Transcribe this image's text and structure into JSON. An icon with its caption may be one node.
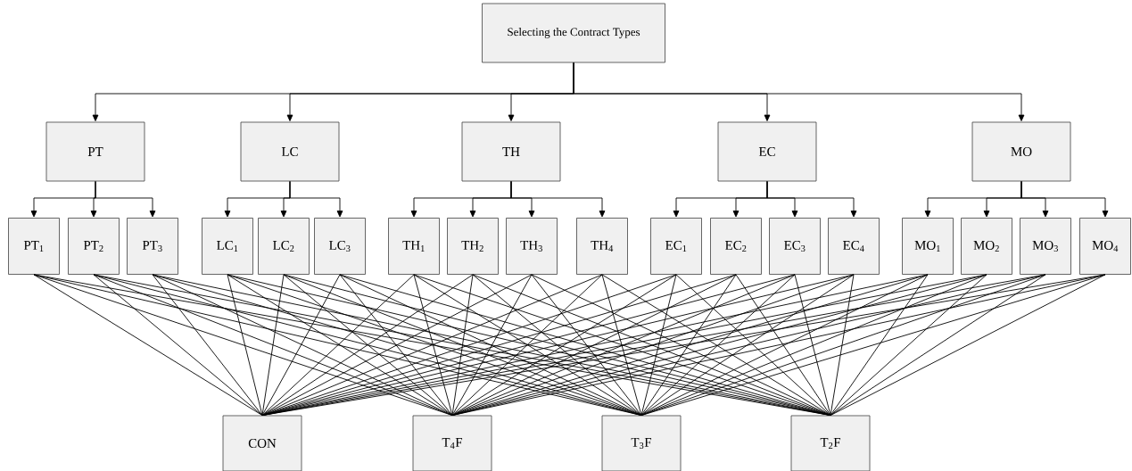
{
  "diagram": {
    "nodes": [
      {
        "text": [
          "Selecting the Contract Types"
        ]
      },
      {
        "text": [
          "PT"
        ]
      },
      {
        "text": [
          "LC"
        ]
      },
      {
        "text": [
          "TH"
        ]
      },
      {
        "text": [
          "EC"
        ]
      },
      {
        "text": [
          "MO"
        ]
      },
      {
        "text": [
          "PT$_{1}$"
        ]
      },
      {
        "text": [
          "PT$_{2}$"
        ]
      },
      {
        "text": [
          "PT$_{3}$"
        ]
      },
      {
        "text": [
          "LC$_{1}$"
        ]
      },
      {
        "text": [
          "LC$_{2}$"
        ]
      },
      {
        "text": [
          "LC$_{3}$"
        ]
      },
      {
        "text": [
          "TH$_{1}$"
        ]
      },
      {
        "text": [
          "TH$_{2}$"
        ]
      },
      {
        "text": [
          "TH$_{3}$"
        ]
      },
      {
        "text": [
          "TH$_{4}$"
        ]
      },
      {
        "text": [
          "EC$_{1}$"
        ]
      },
      {
        "text": [
          "EC$_{2}$"
        ]
      },
      {
        "text": [
          "EC$_{3}$"
        ]
      },
      {
        "text": [
          "EC$_{4}$"
        ]
      },
      {
        "text": [
          "MO$_{1}$"
        ]
      },
      {
        "text": [
          "MO$_{2}$"
        ]
      },
      {
        "text": [
          "MO$_{3}$"
        ]
      },
      {
        "text": [
          "MO$_{4}$"
        ]
      },
      {
        "text": [
          "CON"
        ]
      },
      {
        "text": [
          "T$_{4}$F"
        ]
      },
      {
        "text": [
          "T$_{3}$F"
        ]
      },
      {
        "text": [
          "T$_{2}$F"
        ]
      }
    ],
    "edges": [
      {
        "from": 0,
        "to": 1,
        "arrow": "to"
      },
      {
        "from": 0,
        "to": 2,
        "arrow": "to"
      },
      {
        "from": 0,
        "to": 3,
        "arrow": "to"
      },
      {
        "from": 0,
        "to": 4,
        "arrow": "to"
      },
      {
        "from": 0,
        "to": 5,
        "arrow": "to"
      },
      {
        "from": 1,
        "to": 6,
        "arrow": "to"
      },
      {
        "from": 1,
        "to": 7,
        "arrow": "to"
      },
      {
        "from": 1,
        "to": 8,
        "arrow": "to"
      },
      {
        "from": 2,
        "to": 9,
        "arrow": "to"
      },
      {
        "from": 2,
        "to": 10,
        "arrow": "to"
      },
      {
        "from": 2,
        "to": 11,
        "arrow": "to"
      },
      {
        "from": 3,
        "to": 12,
        "arrow": "to"
      },
      {
        "from": 3,
        "to": 13,
        "arrow": "to"
      },
      {
        "from": 3,
        "to": 14,
        "arrow": "to"
      },
      {
        "from": 3,
        "to": 15,
        "arrow": "to"
      },
      {
        "from": 4,
        "to": 16,
        "arrow": "to"
      },
      {
        "from": 4,
        "to": 17,
        "arrow": "to"
      },
      {
        "from": 4,
        "to": 18,
        "arrow": "to"
      },
      {
        "from": 4,
        "to": 19,
        "arrow": "to"
      },
      {
        "from": 5,
        "to": 20,
        "arrow": "to"
      },
      {
        "from": 5,
        "to": 21,
        "arrow": "to"
      },
      {
        "from": 5,
        "to": 22,
        "arrow": "to"
      },
      {
        "from": 5,
        "to": 23,
        "arrow": "to"
      },
      {
        "from": 6,
        "to": 24,
        "arrow": "none"
      },
      {
        "from": 6,
        "to": 25,
        "arrow": "none"
      },
      {
        "from": 6,
        "to": 26,
        "arrow": "none"
      },
      {
        "from": 6,
        "to": 27,
        "arrow": "none"
      },
      {
        "from": 7,
        "to": 24,
        "arrow": "none"
      },
      {
        "from": 7,
        "to": 25,
        "arrow": "none"
      },
      {
        "from": 7,
        "to": 26,
        "arrow": "none"
      },
      {
        "from": 7,
        "to": 27,
        "arrow": "none"
      },
      {
        "from": 8,
        "to": 24,
        "arrow": "none"
      },
      {
        "from": 8,
        "to": 25,
        "arrow": "none"
      },
      {
        "from": 8,
        "to": 26,
        "arrow": "none"
      },
      {
        "from": 8,
        "to": 27,
        "arrow": "none"
      },
      {
        "from": 9,
        "to": 24,
        "arrow": "none"
      },
      {
        "from": 9,
        "to": 25,
        "arrow": "none"
      },
      {
        "from": 9,
        "to": 26,
        "arrow": "none"
      },
      {
        "from": 9,
        "to": 27,
        "arrow": "none"
      },
      {
        "from": 10,
        "to": 24,
        "arrow": "none"
      },
      {
        "from": 10,
        "to": 25,
        "arrow": "none"
      },
      {
        "from": 10,
        "to": 26,
        "arrow": "none"
      },
      {
        "from": 10,
        "to": 27,
        "arrow": "none"
      },
      {
        "from": 11,
        "to": 24,
        "arrow": "none"
      },
      {
        "from": 11,
        "to": 25,
        "arrow": "none"
      },
      {
        "from": 11,
        "to": 26,
        "arrow": "none"
      },
      {
        "from": 11,
        "to": 27,
        "arrow": "none"
      },
      {
        "from": 12,
        "to": 24,
        "arrow": "none"
      },
      {
        "from": 12,
        "to": 25,
        "arrow": "none"
      },
      {
        "from": 12,
        "to": 26,
        "arrow": "none"
      },
      {
        "from": 12,
        "to": 27,
        "arrow": "none"
      },
      {
        "from": 13,
        "to": 24,
        "arrow": "none"
      },
      {
        "from": 13,
        "to": 25,
        "arrow": "none"
      },
      {
        "from": 13,
        "to": 26,
        "arrow": "none"
      },
      {
        "from": 13,
        "to": 27,
        "arrow": "none"
      },
      {
        "from": 14,
        "to": 24,
        "arrow": "none"
      },
      {
        "from": 14,
        "to": 25,
        "arrow": "none"
      },
      {
        "from": 14,
        "to": 26,
        "arrow": "none"
      },
      {
        "from": 14,
        "to": 27,
        "arrow": "none"
      },
      {
        "from": 15,
        "to": 24,
        "arrow": "none"
      },
      {
        "from": 15,
        "to": 25,
        "arrow": "none"
      },
      {
        "from": 15,
        "to": 26,
        "arrow": "none"
      },
      {
        "from": 15,
        "to": 27,
        "arrow": "none"
      },
      {
        "from": 16,
        "to": 24,
        "arrow": "none"
      },
      {
        "from": 16,
        "to": 25,
        "arrow": "none"
      },
      {
        "from": 16,
        "to": 26,
        "arrow": "none"
      },
      {
        "from": 16,
        "to": 27,
        "arrow": "none"
      },
      {
        "from": 17,
        "to": 24,
        "arrow": "none"
      },
      {
        "from": 17,
        "to": 25,
        "arrow": "none"
      },
      {
        "from": 17,
        "to": 26,
        "arrow": "none"
      },
      {
        "from": 17,
        "to": 27,
        "arrow": "none"
      },
      {
        "from": 18,
        "to": 24,
        "arrow": "none"
      },
      {
        "from": 18,
        "to": 25,
        "arrow": "none"
      },
      {
        "from": 18,
        "to": 26,
        "arrow": "none"
      },
      {
        "from": 18,
        "to": 27,
        "arrow": "none"
      },
      {
        "from": 19,
        "to": 24,
        "arrow": "none"
      },
      {
        "from": 19,
        "to": 25,
        "arrow": "none"
      },
      {
        "from": 19,
        "to": 26,
        "arrow": "none"
      },
      {
        "from": 19,
        "to": 27,
        "arrow": "none"
      },
      {
        "from": 20,
        "to": 24,
        "arrow": "none"
      },
      {
        "from": 20,
        "to": 25,
        "arrow": "none"
      },
      {
        "from": 20,
        "to": 26,
        "arrow": "none"
      },
      {
        "from": 20,
        "to": 27,
        "arrow": "none"
      },
      {
        "from": 21,
        "to": 24,
        "arrow": "none"
      },
      {
        "from": 21,
        "to": 25,
        "arrow": "none"
      },
      {
        "from": 21,
        "to": 26,
        "arrow": "none"
      },
      {
        "from": 21,
        "to": 27,
        "arrow": "none"
      },
      {
        "from": 22,
        "to": 24,
        "arrow": "none"
      },
      {
        "from": 22,
        "to": 25,
        "arrow": "none"
      },
      {
        "from": 22,
        "to": 26,
        "arrow": "none"
      },
      {
        "from": 22,
        "to": 27,
        "arrow": "none"
      },
      {
        "from": 23,
        "to": 24,
        "arrow": "none"
      },
      {
        "from": 23,
        "to": 25,
        "arrow": "none"
      },
      {
        "from": 23,
        "to": 26,
        "arrow": "none"
      },
      {
        "from": 23,
        "to": 27,
        "arrow": "none"
      }
    ]
  }
}
